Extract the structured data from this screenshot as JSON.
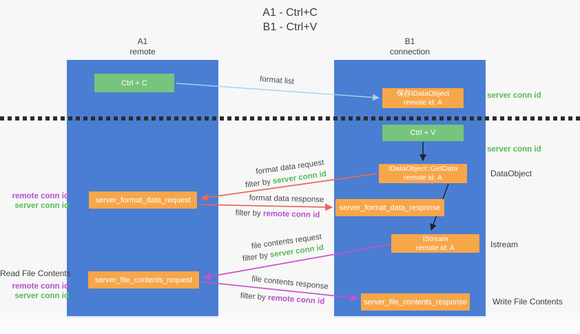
{
  "title": {
    "line1": "A1 - Ctrl+C",
    "line2": "B1 - Ctrl+V"
  },
  "columns": {
    "a1": {
      "name": "A1",
      "subtitle": "remote"
    },
    "b1": {
      "name": "B1",
      "subtitle": "connection"
    }
  },
  "nodes": {
    "ctrl_c": {
      "label": "Ctrl + C"
    },
    "save_dataobject": {
      "line1": "保存IDataObject",
      "line2": "remote id: A"
    },
    "ctrl_v": {
      "label": "Ctrl + V"
    },
    "getdata": {
      "line1": "IDataObject::GetData",
      "line2": "remote id: A"
    },
    "format_request": {
      "label": "server_format_data_request"
    },
    "format_response": {
      "label": "server_format_data_response"
    },
    "istream": {
      "line1": "IStream",
      "line2": "remote id: A"
    },
    "file_request": {
      "label": "server_file_contents_request"
    },
    "file_response": {
      "label": "server_file_contents_response"
    }
  },
  "captions": {
    "format_list": "format list",
    "format_data_request": {
      "text": "format data request",
      "filter_by": "filter by ",
      "conn": "server conn id"
    },
    "format_data_response": {
      "text": "format data response",
      "filter_by": "filter by ",
      "conn": "remote conn id"
    },
    "file_contents_request": {
      "text": "file contents request",
      "filter_by": "filter by ",
      "conn": "server conn id"
    },
    "file_contents_response": {
      "text": "file contents response",
      "filter_by": "filter by ",
      "conn": "remote conn id"
    }
  },
  "side_labels": {
    "right": {
      "server_conn_id_top": "server conn id",
      "server_conn_id_mid": "server conn id",
      "dataobject": "DataObject",
      "istream": "Istream",
      "write_file_contents": "Write File Contents"
    },
    "left": {
      "pair1": {
        "remote": "remote conn id",
        "server": "server conn id"
      },
      "read_file_contents": "Read File Contents",
      "pair2": {
        "remote": "remote conn id",
        "server": "server conn id"
      }
    }
  },
  "colors": {
    "column_blue": "#4a7ed2",
    "box_green": "#77c47c",
    "box_orange": "#f7a64a",
    "text_green": "#57b957",
    "text_purple": "#b44fc8",
    "arrow_red": "#e96759",
    "arrow_magenta": "#c653c6",
    "arrow_blue": "#a9cfe9",
    "arrow_black": "#222222",
    "text_dark": "#3c3c3c",
    "bg": "#f7f7f8"
  }
}
